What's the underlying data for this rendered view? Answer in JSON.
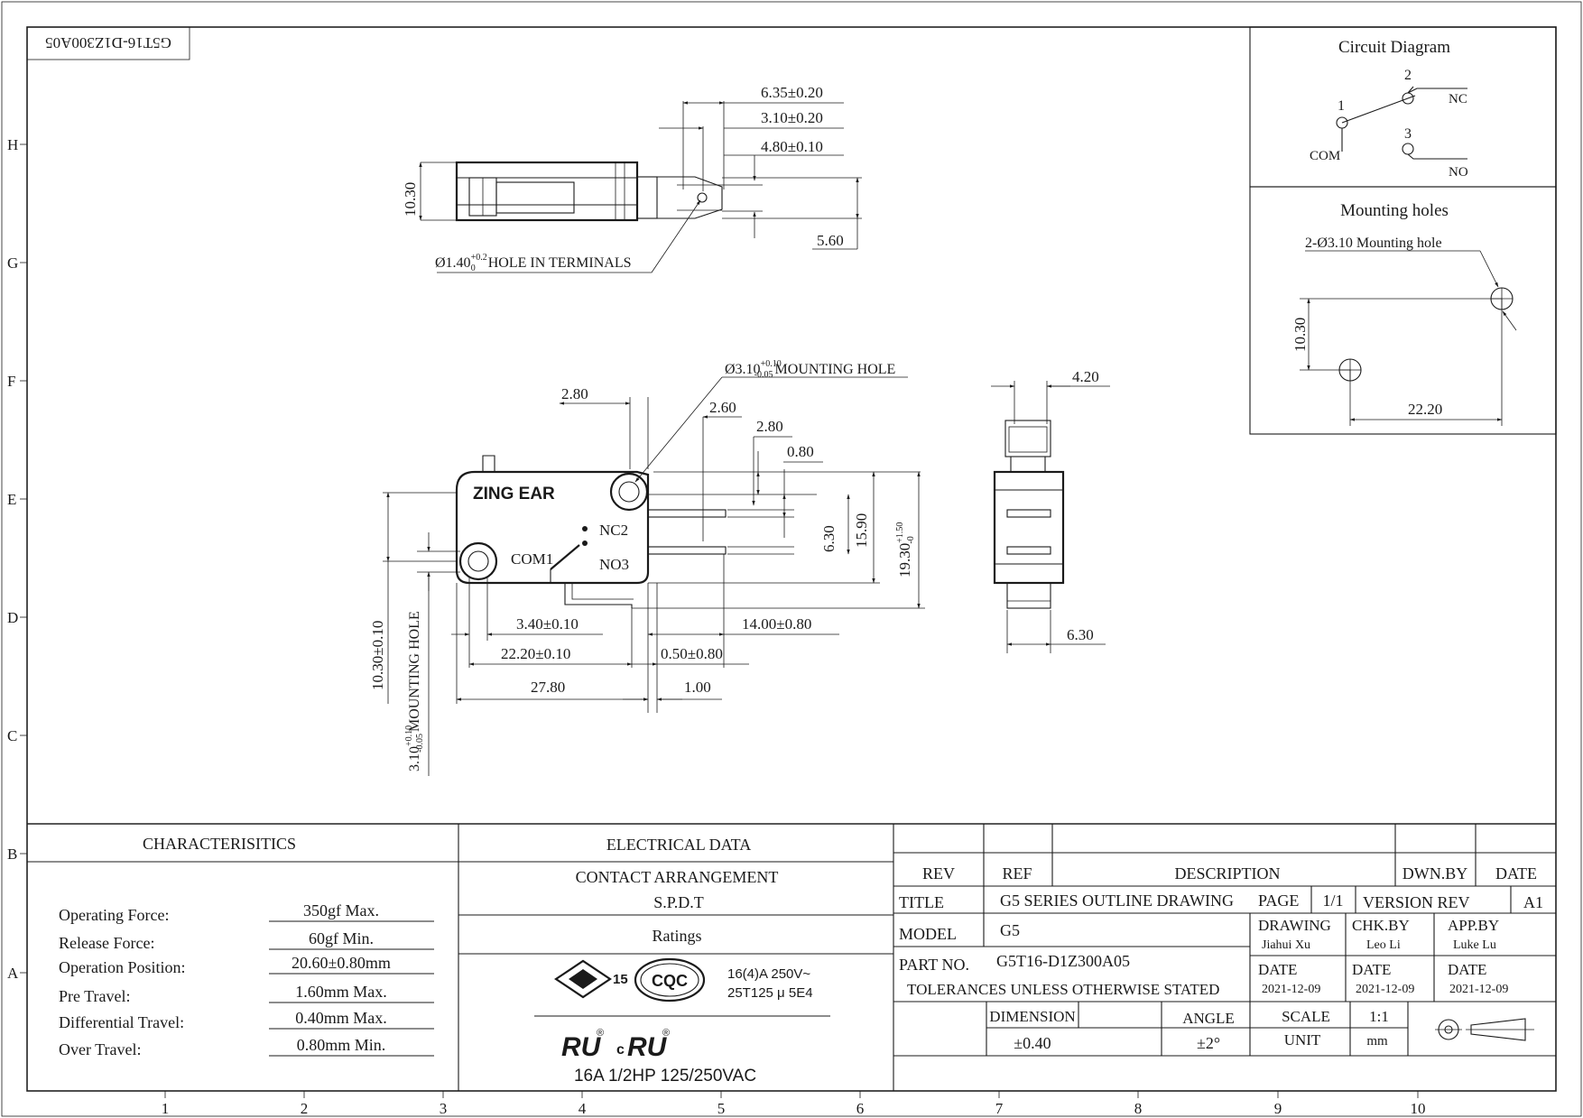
{
  "drawing_code": "G5T16-D1Z300A05",
  "grid": {
    "rows": [
      "H",
      "G",
      "F",
      "E",
      "D",
      "C",
      "B",
      "A"
    ],
    "columns": [
      "1",
      "2",
      "3",
      "4",
      "5",
      "6",
      "7",
      "8",
      "9",
      "10"
    ]
  },
  "top_view": {
    "dims": [
      "6.35±0.20",
      "3.10±0.20",
      "4.80±0.10",
      "10.30",
      "5.60"
    ],
    "hole_note_main": "Ø1.40",
    "hole_note_tol": "+0.2",
    "hole_note_low": "0",
    "hole_note_text": "HOLE IN TERMINALS"
  },
  "front_view": {
    "brand": "ZING EAR",
    "labels": {
      "nc2": "NC2",
      "no3": "NO3",
      "com1": "COM1"
    },
    "mount_note_main": "Ø3.10",
    "mount_note_tol_up": "+0.10",
    "mount_note_tol_low": "-0.05",
    "mount_note_text": "MOUNTING HOLE",
    "dims": {
      "d280a": "2.80",
      "d260": "2.60",
      "d280b": "2.80",
      "d080": "0.80",
      "d630": "6.30",
      "d1590": "15.90",
      "d1930": "19.30",
      "d1930_tol_up": "+1.50",
      "d1930_tol_low": "-0",
      "d1030": "10.30±0.10",
      "d310_main": "3.10",
      "d310_tol_up": "+0.10",
      "d310_tol_low": "-0.05",
      "d310_text": "MOUNTING HOLE",
      "d340": "3.40±0.10",
      "d1400": "14.00±0.80",
      "d2220": "22.20±0.10",
      "d050": "0.50±0.80",
      "d2780": "27.80",
      "d100": "1.00"
    }
  },
  "side_view": {
    "d420": "4.20",
    "d630": "6.30"
  },
  "circuit_diagram": {
    "title": "Circuit Diagram",
    "pins": {
      "p1": "1",
      "p2": "2",
      "p3": "3"
    },
    "labels": {
      "com": "COM",
      "nc": "NC",
      "no": "NO"
    }
  },
  "mounting_holes": {
    "title": "Mounting holes",
    "note": "2-Ø3.10 Mounting hole",
    "dim_v": "10.30",
    "dim_h": "22.20"
  },
  "characteristics": {
    "header": "CHARACTERISITICS",
    "rows": [
      {
        "label": "Operating Force:",
        "value": "350gf Max."
      },
      {
        "label": "Release Force:",
        "value": "60gf Min."
      },
      {
        "label": "Operation Position:",
        "value": "20.60±0.80mm"
      },
      {
        "label": "Pre Travel:",
        "value": "1.60mm Max."
      },
      {
        "label": "Differential Travel:",
        "value": "0.40mm Max."
      },
      {
        "label": "Over Travel:",
        "value": "0.80mm Min."
      }
    ]
  },
  "electrical": {
    "header": "ELECTRICAL DATA",
    "contact_label": "CONTACT ARRANGEMENT",
    "contact_value": "S.P.D.T",
    "ratings_label": "Ratings",
    "enec_number": "15",
    "cqc_logo": "CQC",
    "rating_line1": "16(4)A 250V~",
    "rating_line2": "25T125 μ 5E4",
    "ul_rating": "16A 1/2HP 125/250VAC",
    "ul_mark": "RU",
    "c_mark": "c",
    "reg_mark": "®"
  },
  "title_block": {
    "rev_label": "REV",
    "ref_label": "REF",
    "description_label": "DESCRIPTION",
    "dwn_by_label": "DWN.BY",
    "date_label": "DATE",
    "title_label": "TITLE",
    "title_value": "G5 SERIES OUTLINE DRAWING",
    "page_label": "PAGE",
    "page_value": "1/1",
    "version_label": "VERSION REV",
    "version_value": "A1",
    "model_label": "MODEL",
    "model_value": "G5",
    "drawing_label": "DRAWING",
    "drawing_value": "Jiahui Xu",
    "chk_label": "CHK.BY",
    "chk_value": "Leo Li",
    "app_label": "APP.BY",
    "app_value": "Luke Lu",
    "part_label": "PART NO.",
    "part_value": "G5T16-D1Z300A05",
    "date1": "2021-12-09",
    "date2": "2021-12-09",
    "date3": "2021-12-09",
    "tolerance_label": "TOLERANCES UNLESS OTHERWISE STATED",
    "dimension_label": "DIMENSION",
    "dimension_value": "±0.40",
    "angle_label": "ANGLE",
    "angle_value": "±2°",
    "scale_label": "SCALE",
    "scale_value": "1:1",
    "unit_label": "UNIT",
    "unit_value": "mm"
  }
}
